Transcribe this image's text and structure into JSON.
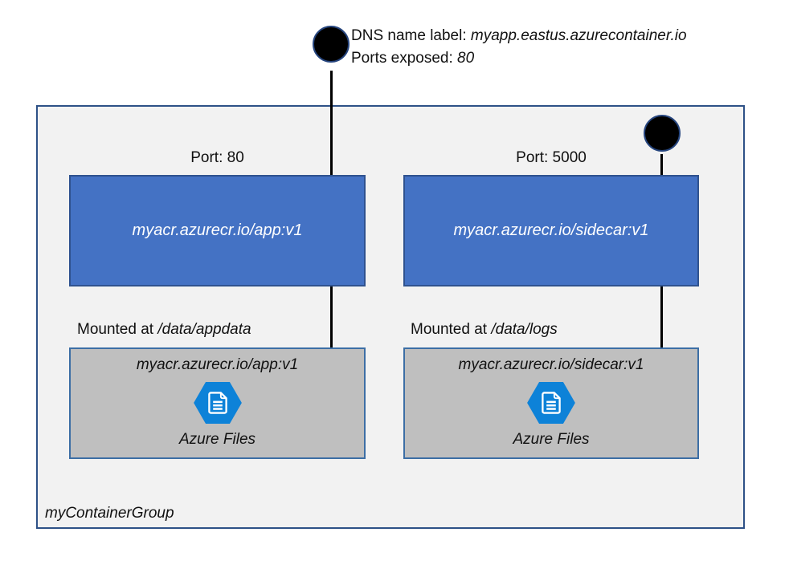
{
  "endpoint": {
    "dns_prefix": "DNS name label: ",
    "dns_value": "myapp.eastus.azurecontainer.io",
    "ports_prefix": "Ports exposed: ",
    "ports_value": "80"
  },
  "group": {
    "label": "myContainerGroup"
  },
  "containers": [
    {
      "port_label": "Port: 80",
      "image": "myacr.azurecr.io/app:v1",
      "mount_prefix": "Mounted at ",
      "mount_path": "/data/appdata",
      "volume_image": "myacr.azurecr.io/app:v1",
      "volume_service": "Azure Files"
    },
    {
      "port_label": "Port: 5000",
      "image": "myacr.azurecr.io/sidecar:v1",
      "mount_prefix": "Mounted at ",
      "mount_path": "/data/logs",
      "volume_image": "myacr.azurecr.io/sidecar:v1",
      "volume_service": "Azure Files"
    }
  ],
  "colors": {
    "container_fill": "#4472c4",
    "container_border": "#2f528f",
    "volume_fill": "#bfbfbf",
    "volume_border": "#3c6ea5",
    "group_fill": "#f2f2f2",
    "group_border": "#2e5187",
    "azure_files_blue": "#0d82d8",
    "endpoint_dot": "#000000",
    "connector_line": "#000000"
  }
}
